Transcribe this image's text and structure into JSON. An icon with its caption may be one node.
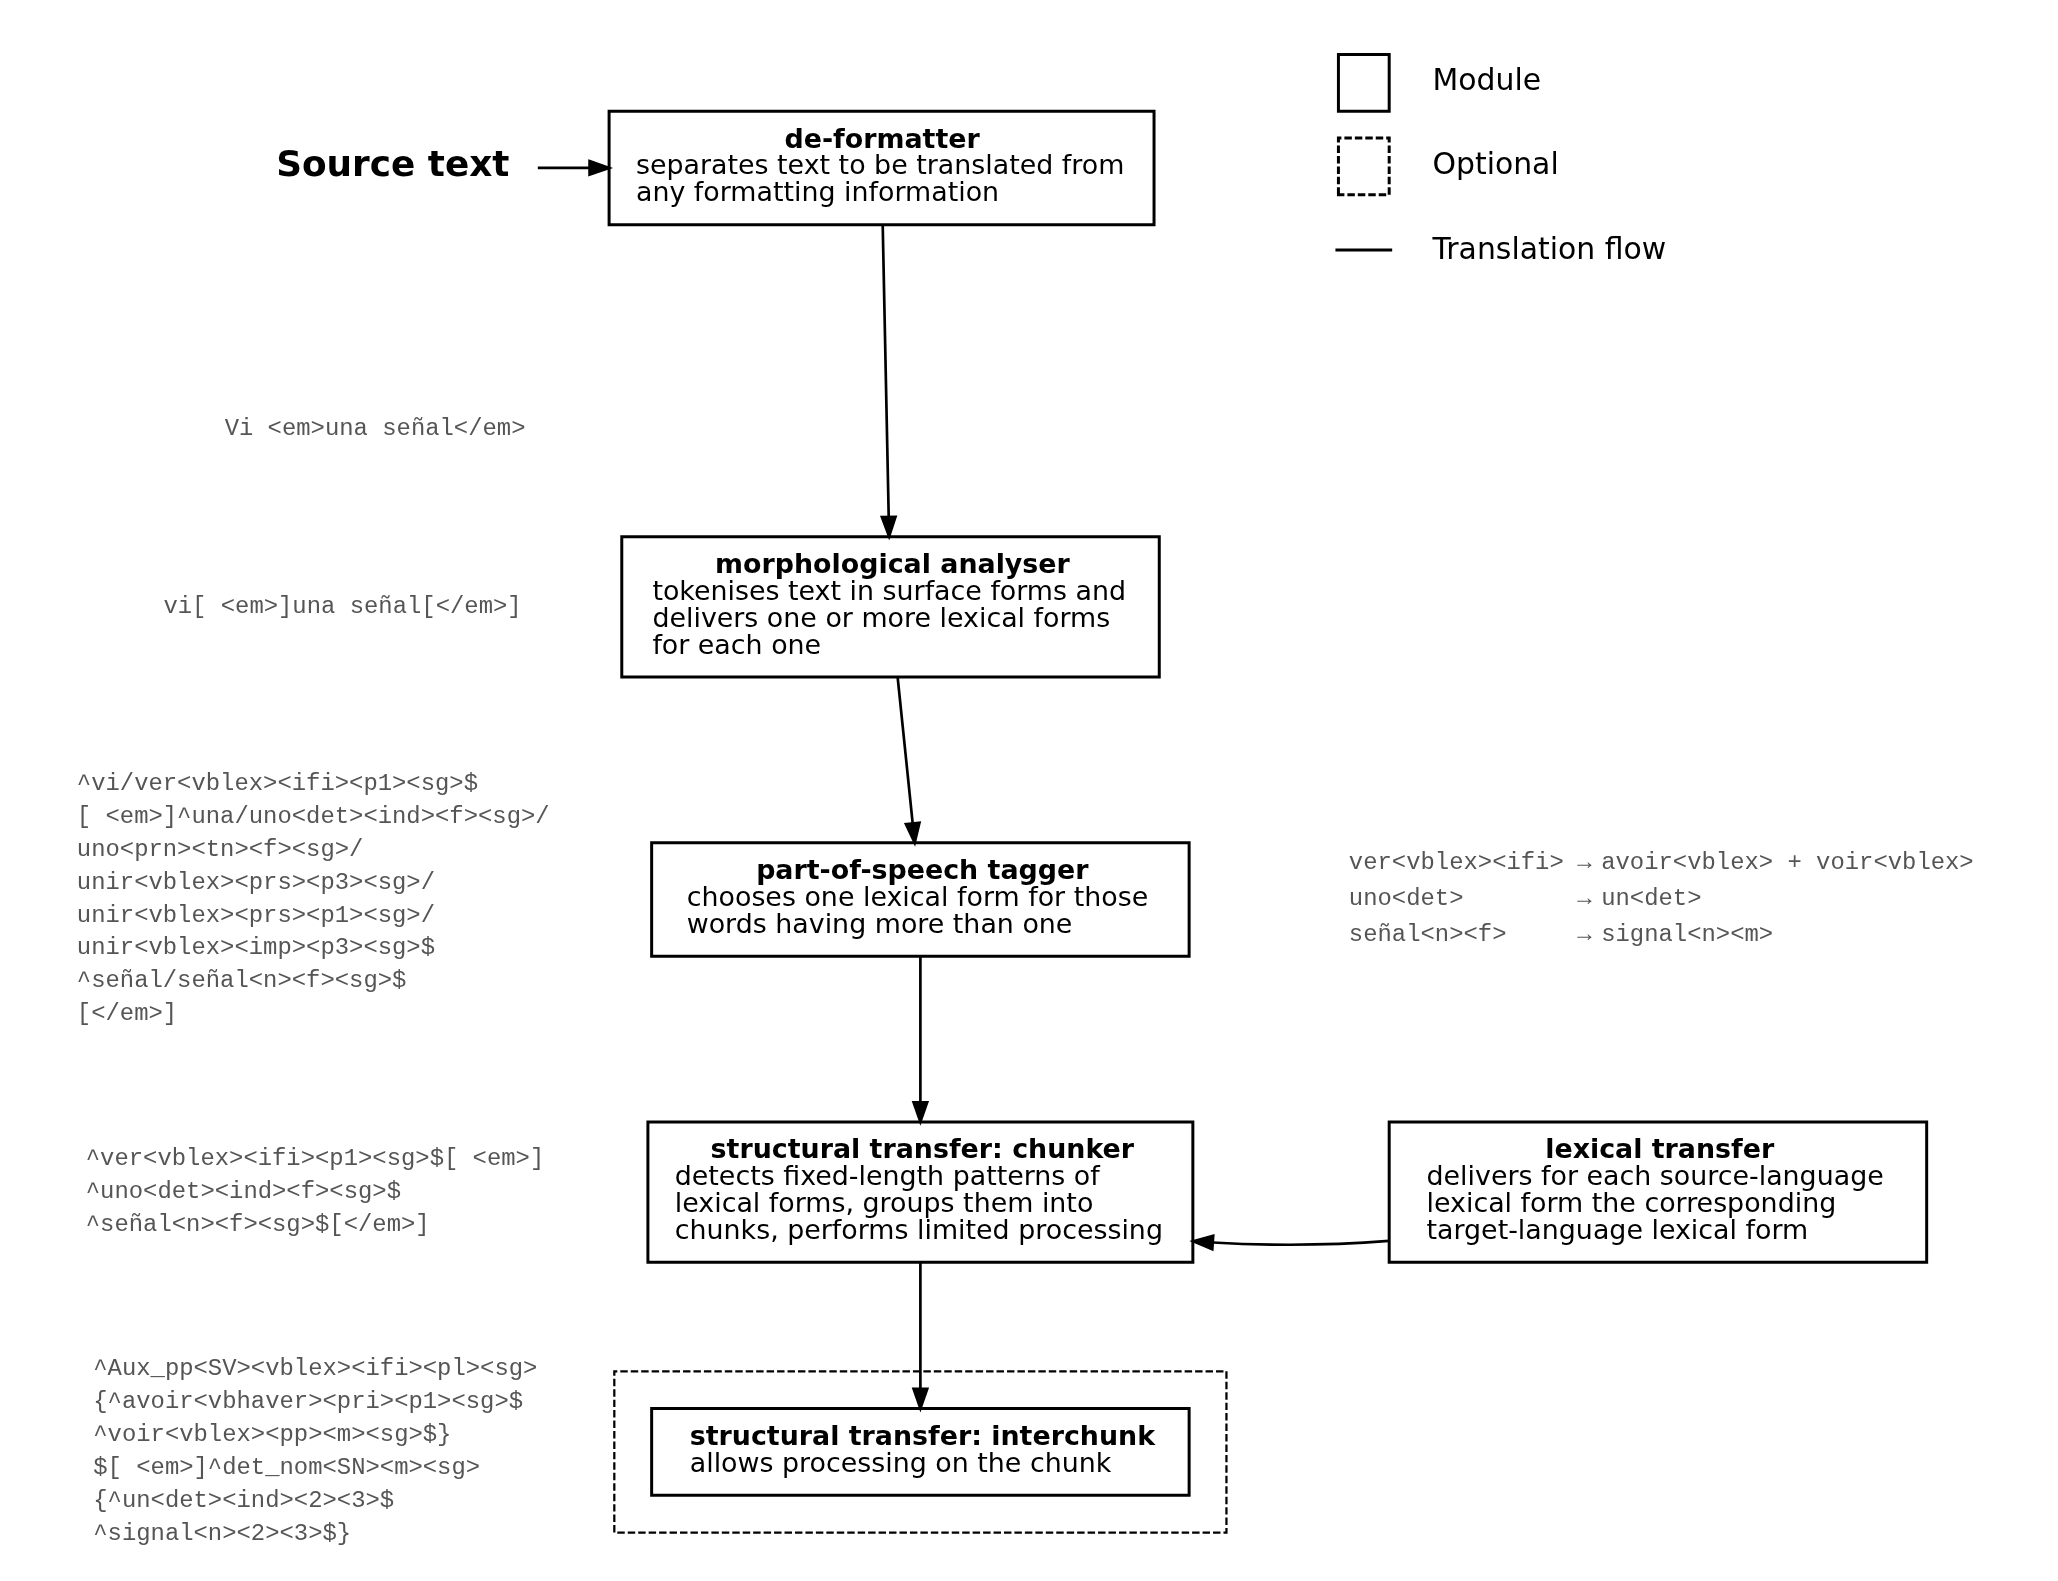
{
  "diagram": {
    "nodes": [
      {
        "text": [
          "Source text"
        ]
      },
      {
        "text": [
          "de-formatter",
          "separates text to be translated from any formatting information"
        ]
      },
      {
        "text": [
          "morphological analyser",
          "tokenises text in surface forms and delivers one or more lexical forms for each one"
        ]
      },
      {
        "text": [
          "part-of-speech tagger",
          "chooses one lexical form for those words having more than one"
        ]
      },
      {
        "text": [
          "structural transfer: chunker",
          "detects fixed-length patterns of lexical forms, groups them into chunks, performs limited processing"
        ]
      },
      {
        "text": [
          "lexical transfer",
          "delivers for each source-language lexical form the corresponding target-language lexical form"
        ]
      },
      {
        "text": [],
        "shape": "box"
      },
      {
        "text": [
          "structural transfer: interchunk",
          "allows processing on the chunk"
        ],
        "in": 6
      }
    ],
    "edges": [
      {
        "from": 0,
        "to": 1,
        "arrow": "to"
      },
      {
        "from": 1,
        "to": 2,
        "arrow": "to"
      },
      {
        "from": 2,
        "to": 3,
        "arrow": "to"
      },
      {
        "from": 3,
        "to": 4,
        "arrow": "to"
      },
      {
        "from": 5,
        "to": 4,
        "arrow": "to"
      },
      {
        "from": 4,
        "to": 7,
        "arrow": "to"
      }
    ],
    "labels": [
      "Vi <em>una señal</em>",
      "vi[ <em>]una señal[</em>]",
      "^vi/ver<vblex><ifi><p1><sg>$",
      "[ <em>]^una/uno<det><ind><f><sg>/",
      "uno<prn><tn><f><sg>/",
      "unir<vblex><prs><p3><sg>/",
      "unir<vblex><prs><p1><sg>/",
      "unir<vblex><imp><p3><sg>$",
      "^señal/señal<n><f><sg>$",
      "[</em>]",
      "^ver<vblex><ifi><p1><sg>$[ <em>]",
      "^uno<det><ind><f><sg>$",
      "^señal<n><f><sg>$[</em>]",
      "^Aux_pp<SV><vblex><ifi><pl><sg>",
      "{^avoir<vbhaver><pri><p1><sg>$",
      "^voir<vblex><pp><m><sg>$}",
      "$[ <em>]^det_nom<SN><m><sg>",
      "{^un<det><ind><2><3>$",
      "^signal<n><2><3>$}",
      "ver<vblex><ifi>",
      "→",
      "avoir<vblex> + voir<vblex>",
      "uno<det>",
      "→",
      "un<det>",
      "señal<n><f>",
      "→",
      "signal<n><m>"
    ],
    "legend": [
      {
        "text": "Module"
      },
      {
        "text": "Optional"
      },
      {
        "text": "Translation flow"
      }
    ]
  }
}
